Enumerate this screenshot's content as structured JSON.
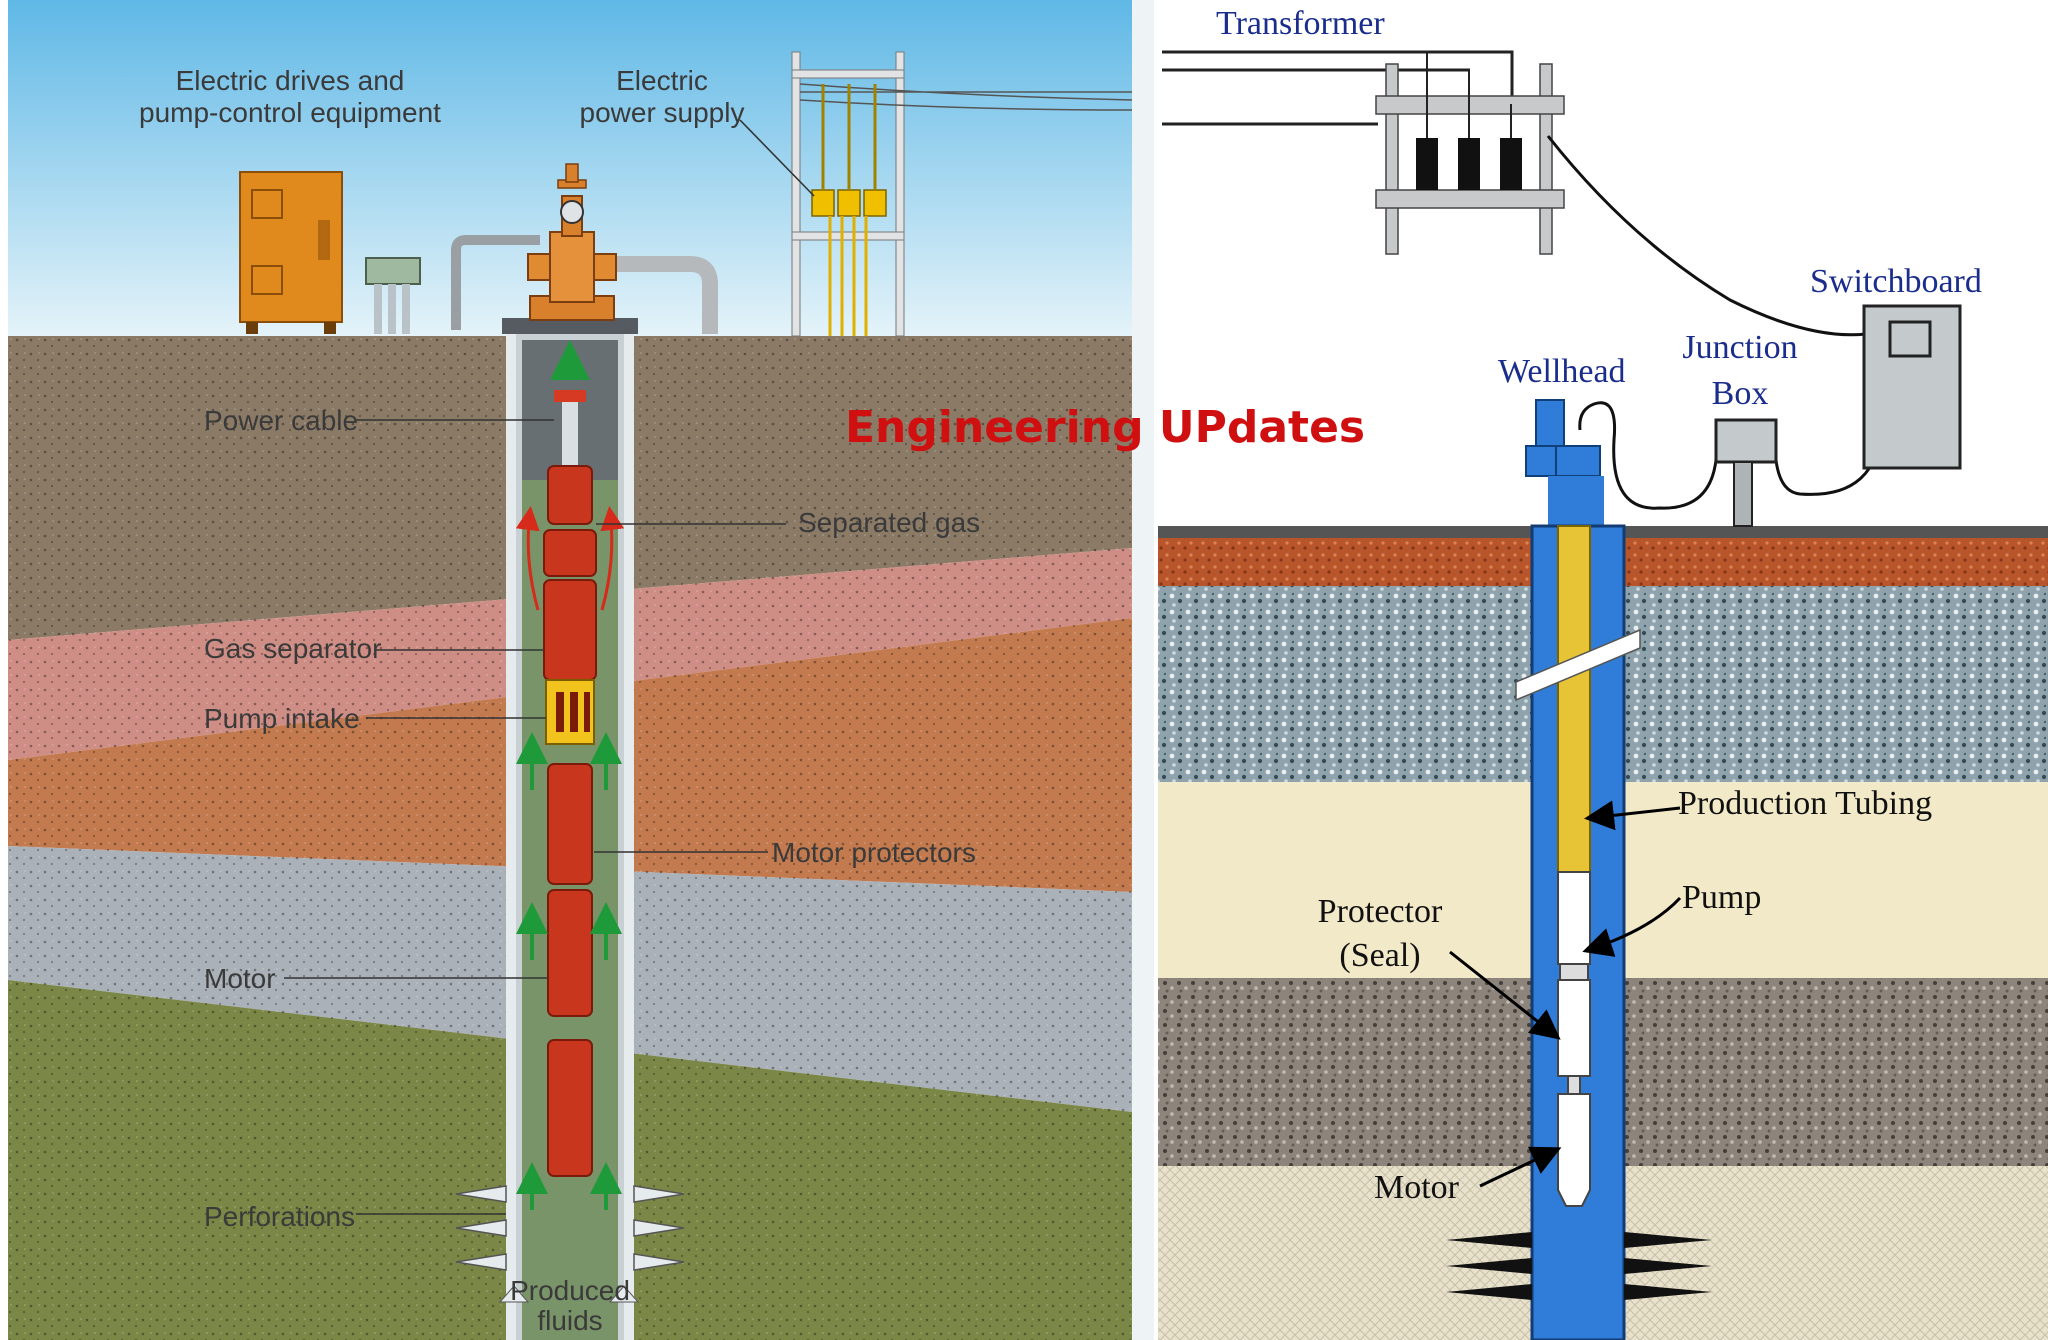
{
  "watermark": "Engineering UPdates",
  "left_panel": {
    "labels": {
      "electric_drives": [
        "Electric drives and",
        "pump-control equipment"
      ],
      "electric_power": [
        "Electric",
        "power supply"
      ],
      "power_cable": "Power cable",
      "separated_gas": "Separated gas",
      "gas_separator": "Gas separator",
      "pump_intake": "Pump intake",
      "motor_protectors": "Motor protectors",
      "motor": "Motor",
      "perforations": "Perforations",
      "produced_fluids": [
        "Produced",
        "fluids"
      ]
    }
  },
  "right_panel": {
    "labels": {
      "transformer": "Transformer",
      "switchboard": "Switchboard",
      "junction_box": [
        "Junction",
        "Box"
      ],
      "wellhead": "Wellhead",
      "production_tubing": "Production Tubing",
      "pump": "Pump",
      "protector": [
        "Protector",
        "(Seal)"
      ],
      "motor": "Motor"
    }
  },
  "colors": {
    "sky_top": "#5fb8e6",
    "sky_bottom": "#dff1f8",
    "brown_layer": "#8a7a66",
    "pink_layer": "#cf8e85",
    "orange_layer": "#c27a4e",
    "gray_layer": "#aab1b8",
    "green_layer": "#7b8747",
    "pump_red": "#c9361e",
    "casing_blue": "#2f7dd8",
    "tubing_yellow": "#e7c436",
    "watermark_red": "#d01010"
  }
}
